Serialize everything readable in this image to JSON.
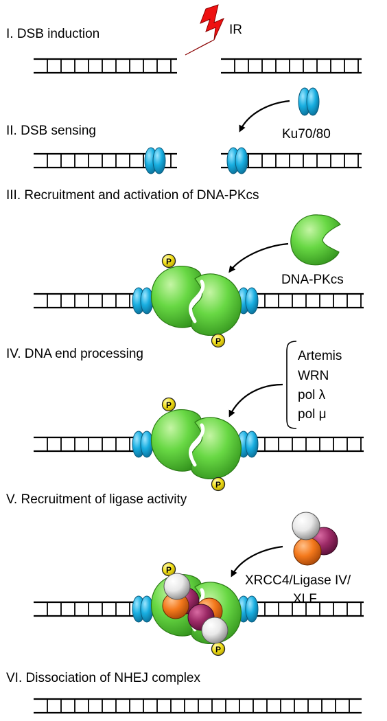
{
  "steps": {
    "s1": "I. DSB induction",
    "s2": "II. DSB sensing",
    "s3": "III. Recruitment and activation of DNA-PKcs",
    "s4": "IV. DNA end processing",
    "s5": "V. Recruitment of ligase activity",
    "s6": "VI. Dissociation of NHEJ complex"
  },
  "labels": {
    "ir": "IR",
    "ku": "Ku70/80",
    "dnapkcs": "DNA-PKcs",
    "artemis": "Artemis",
    "wrn": "WRN",
    "pol_lambda": "pol λ",
    "pol_mu": "pol μ",
    "xrcc4_line1": "XRCC4/Ligase IV/",
    "xrcc4_line2": "XLF",
    "phospho": "P"
  },
  "colors": {
    "ku": "#18aee0",
    "dnapkcs": "#5fd13c",
    "phospho": "#f4e21c",
    "ligase_purple": "#9c2a66",
    "ligase_orange": "#f4791c",
    "xlf_white": "#e8e8e8",
    "lightning": "#ee1111"
  }
}
